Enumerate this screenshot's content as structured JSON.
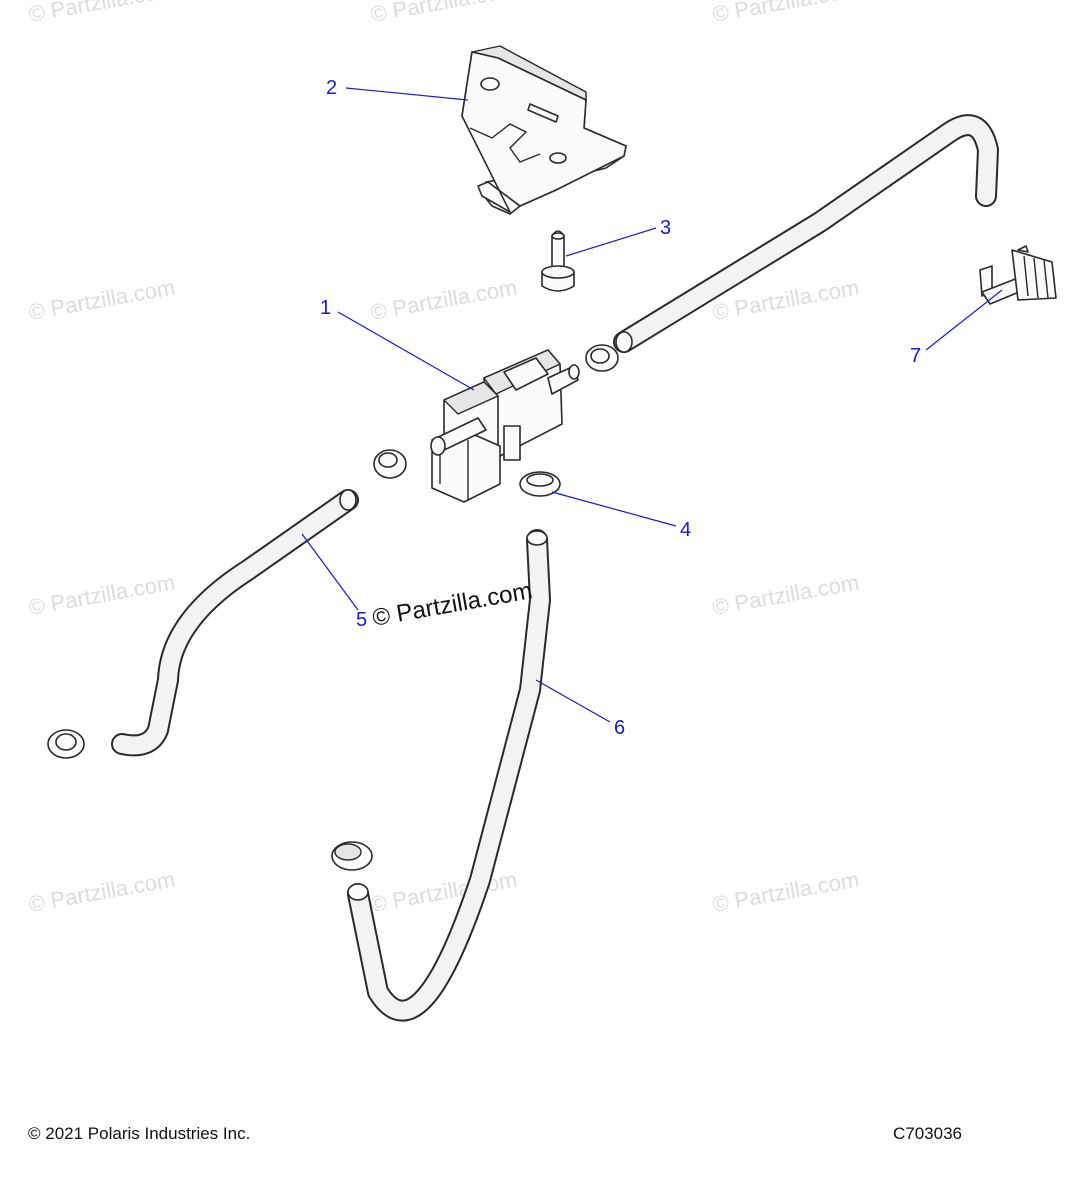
{
  "watermark": {
    "text": "© Partzilla.com",
    "prominent_text": "© Partzilla.com"
  },
  "callouts": [
    {
      "id": "1",
      "label": "1"
    },
    {
      "id": "2",
      "label": "2"
    },
    {
      "id": "3",
      "label": "3"
    },
    {
      "id": "4",
      "label": "4"
    },
    {
      "id": "5",
      "label": "5"
    },
    {
      "id": "6",
      "label": "6"
    },
    {
      "id": "7",
      "label": "7"
    }
  ],
  "footer": {
    "copyright": "© 2021 Polaris Industries Inc.",
    "diagram_code": "C703036"
  },
  "colors": {
    "callout": "#1a1ad6",
    "watermark": "#dcdcdc",
    "line_art": "#2a2a2a",
    "background": "#ffffff"
  }
}
